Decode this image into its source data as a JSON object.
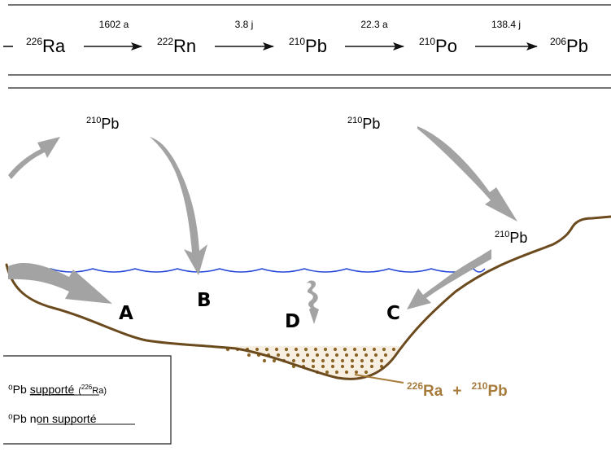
{
  "decay_chain": {
    "nuclides": [
      {
        "mass": "226",
        "symbol": "Ra"
      },
      {
        "mass": "222",
        "symbol": "Rn"
      },
      {
        "mass": "210",
        "symbol": "Pb"
      },
      {
        "mass": "210",
        "symbol": "Po"
      },
      {
        "mass": "206",
        "symbol": "Pb"
      }
    ],
    "half_lives": [
      "1602 a",
      "3.8 j",
      "22.3 a",
      "138.4 j"
    ]
  },
  "scene": {
    "pb_label_left": {
      "mass": "210",
      "symbol": "Pb"
    },
    "pb_label_right": {
      "mass": "210",
      "symbol": "Pb"
    },
    "pb_label_shore": {
      "mass": "210",
      "symbol": "Pb"
    },
    "letters": {
      "a": "A",
      "b": "B",
      "c": "C",
      "d": "D"
    },
    "sediment_label": {
      "mass1": "226",
      "sym1": "Ra",
      "plus": "+",
      "mass2": "210",
      "sym2": "Pb"
    },
    "colors": {
      "arrow": "#a3a3a3",
      "water": "#2345d8",
      "ground": "#6b4a1e",
      "sediment": "#a77c3c",
      "text": "#111111"
    }
  },
  "legend": {
    "row1": {
      "prefix": "⁰Pb",
      "underlined": "supporté",
      "paren_open": "(",
      "sup": "226",
      "tail": "Ra)"
    },
    "row2": {
      "prefix": "⁰Pb",
      "underlined": "non supporté"
    }
  }
}
